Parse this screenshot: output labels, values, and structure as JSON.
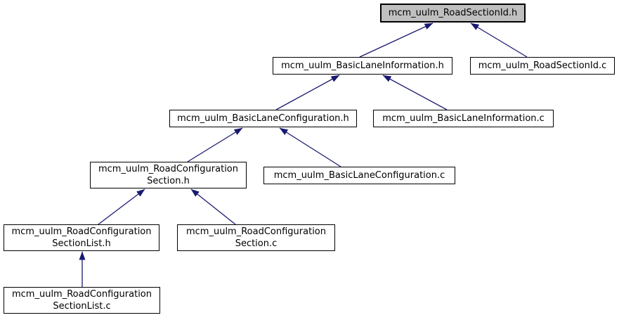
{
  "diagram": {
    "type": "doxygen-include-dependency-graph",
    "colors": {
      "arrow": "#191970",
      "node_border": "#000000",
      "node_fill": "#ffffff",
      "current_node_fill": "#bfbfbf",
      "text": "#000000",
      "background": "#ffffff"
    },
    "nodes": [
      {
        "id": "road_section_id_h",
        "label": "mcm_uulm_RoadSectionId.h",
        "current": true
      },
      {
        "id": "basic_lane_information_h",
        "label": "mcm_uulm_BasicLaneInformation.h",
        "current": false
      },
      {
        "id": "road_section_id_c",
        "label": "mcm_uulm_RoadSectionId.c",
        "current": false
      },
      {
        "id": "basic_lane_configuration_h",
        "label": "mcm_uulm_BasicLaneConfiguration.h",
        "current": false
      },
      {
        "id": "basic_lane_information_c",
        "label": "mcm_uulm_BasicLaneInformation.c",
        "current": false
      },
      {
        "id": "road_configuration_section_h",
        "label": "mcm_uulm_RoadConfiguration\nSection.h",
        "current": false
      },
      {
        "id": "basic_lane_configuration_c",
        "label": "mcm_uulm_BasicLaneConfiguration.c",
        "current": false
      },
      {
        "id": "road_configuration_section_list_h",
        "label": "mcm_uulm_RoadConfiguration\nSectionList.h",
        "current": false
      },
      {
        "id": "road_configuration_section_c",
        "label": "mcm_uulm_RoadConfiguration\nSection.c",
        "current": false
      },
      {
        "id": "road_configuration_section_list_c",
        "label": "mcm_uulm_RoadConfiguration\nSectionList.c",
        "current": false
      }
    ],
    "edges": [
      {
        "from": "basic_lane_information_h",
        "to": "road_section_id_h"
      },
      {
        "from": "road_section_id_c",
        "to": "road_section_id_h"
      },
      {
        "from": "basic_lane_configuration_h",
        "to": "basic_lane_information_h"
      },
      {
        "from": "basic_lane_information_c",
        "to": "basic_lane_information_h"
      },
      {
        "from": "road_configuration_section_h",
        "to": "basic_lane_configuration_h"
      },
      {
        "from": "basic_lane_configuration_c",
        "to": "basic_lane_configuration_h"
      },
      {
        "from": "road_configuration_section_list_h",
        "to": "road_configuration_section_h"
      },
      {
        "from": "road_configuration_section_c",
        "to": "road_configuration_section_h"
      },
      {
        "from": "road_configuration_section_list_c",
        "to": "road_configuration_section_list_h"
      }
    ]
  }
}
